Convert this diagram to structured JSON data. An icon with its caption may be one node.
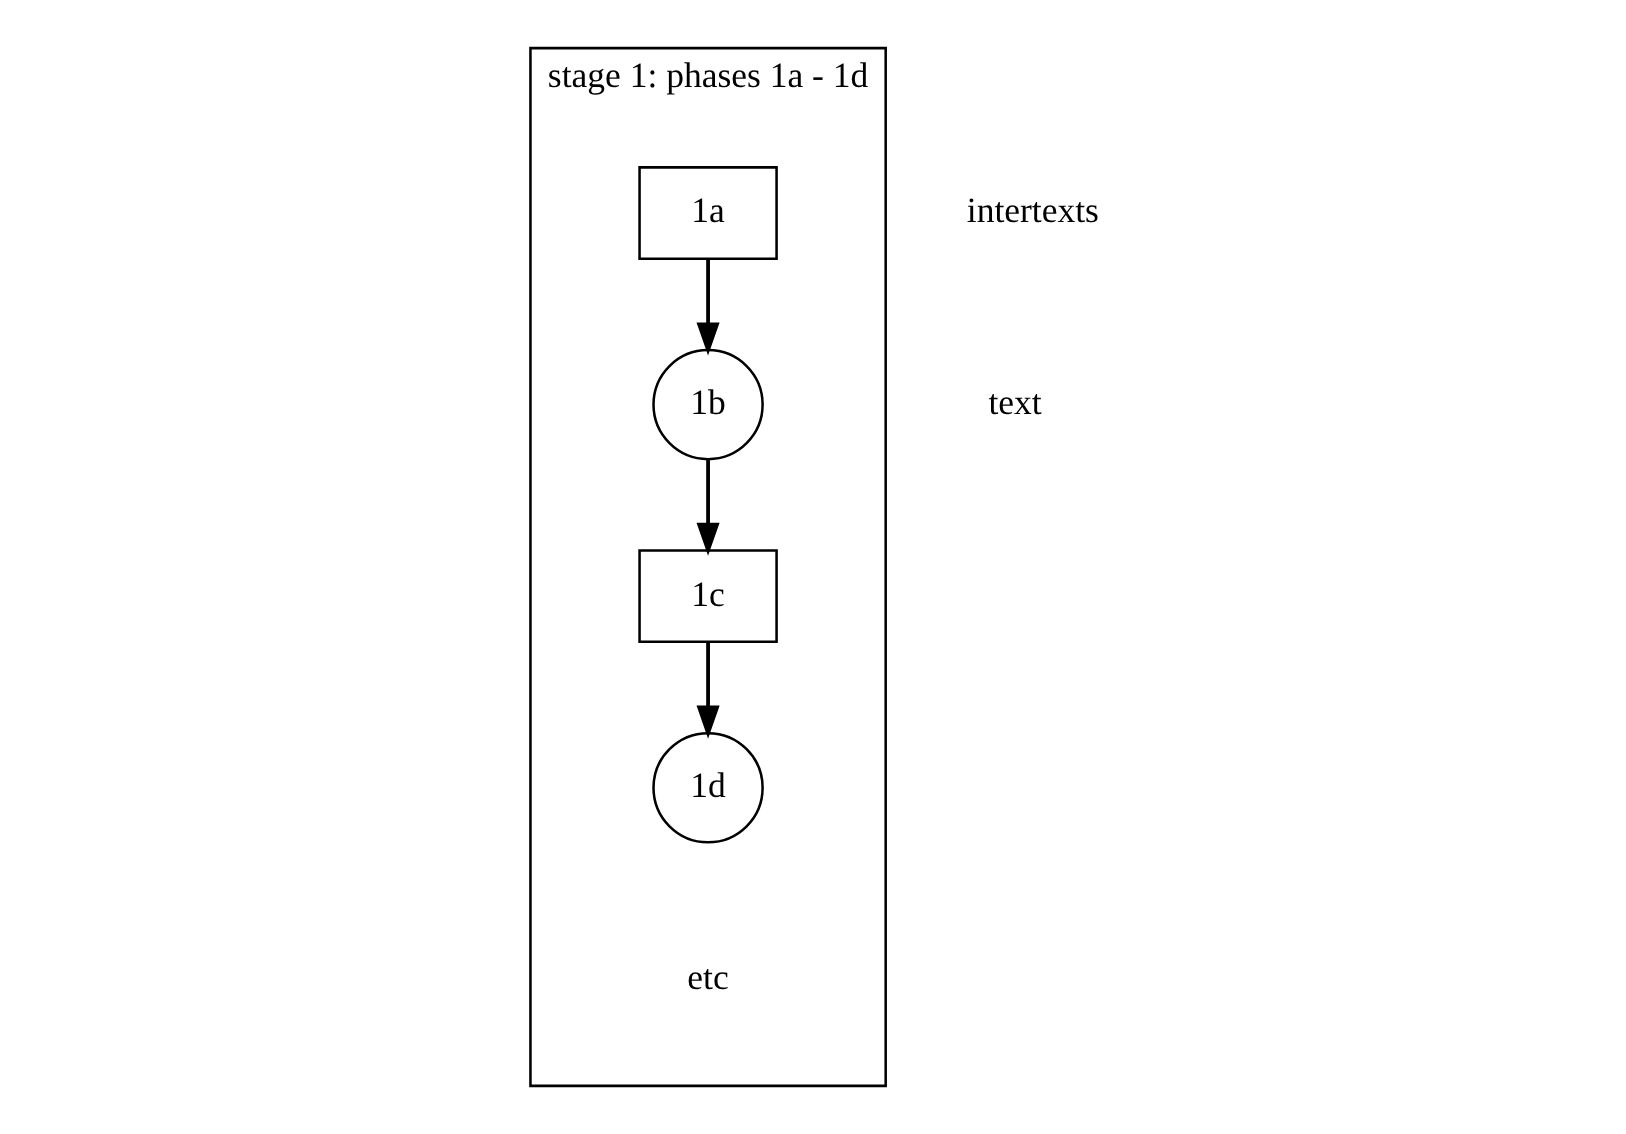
{
  "diagram": {
    "nodes": [
      {
        "text": [
          "stage 1: phases 1a - 1d"
        ]
      },
      {
        "text": [
          "1a"
        ],
        "in": 0
      },
      {
        "text": [
          "1b"
        ],
        "in": 0
      },
      {
        "text": [
          "1c"
        ],
        "in": 0
      },
      {
        "text": [
          "1d"
        ],
        "in": 0
      }
    ],
    "edges": [
      {
        "from": 1,
        "to": 2,
        "arrow": "to"
      },
      {
        "from": 2,
        "to": 3,
        "arrow": "to"
      },
      {
        "from": 3,
        "to": 4,
        "arrow": "to"
      }
    ],
    "labels": [
      "intertexts",
      "text",
      "etc"
    ]
  }
}
